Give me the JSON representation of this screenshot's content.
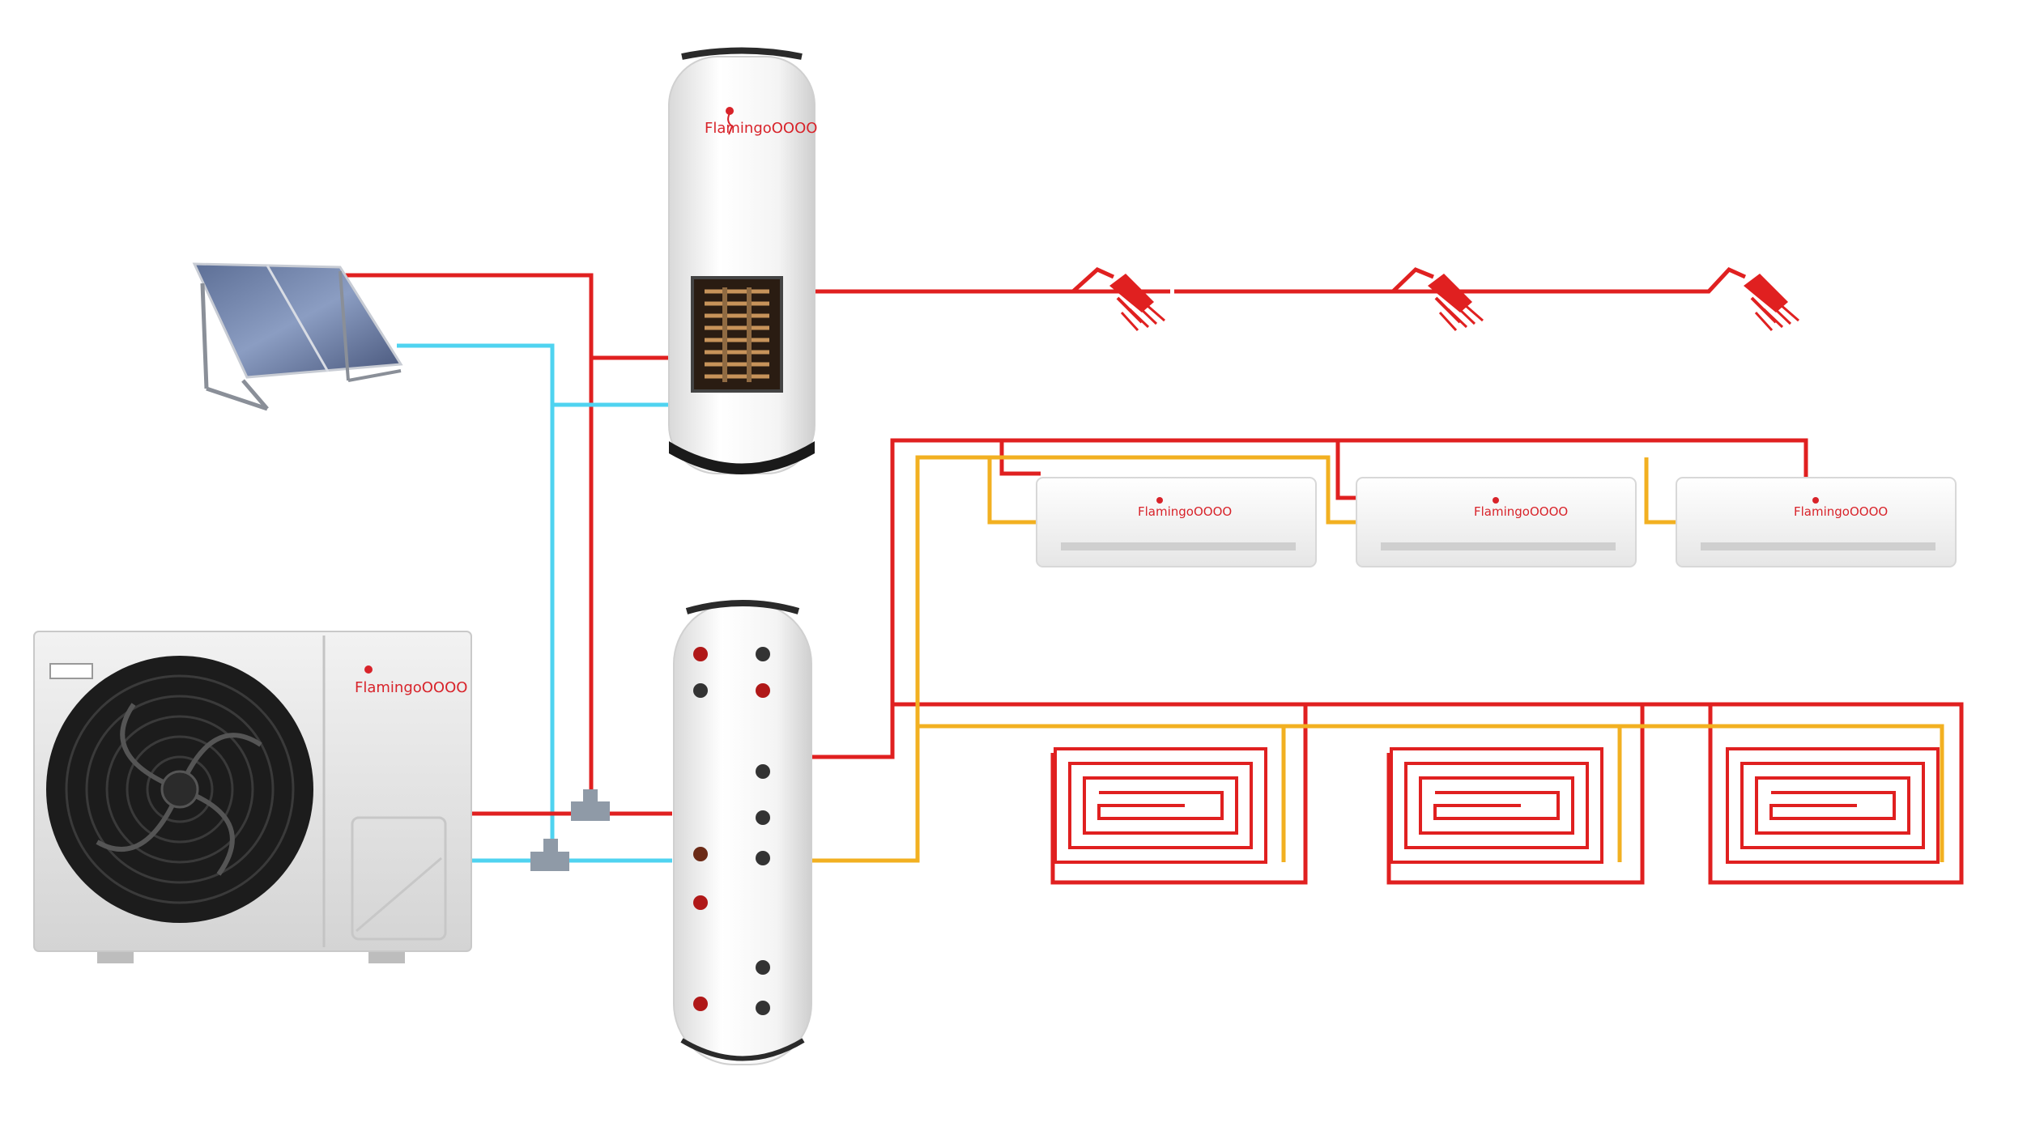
{
  "brand": {
    "name": "FlamingoOOOO",
    "name_part1": "Flam",
    "name_part2": "ngo",
    "name_part3": "OOOO",
    "logo_icon": "flamingo-icon"
  },
  "colors": {
    "hot_pipe": "#e02020",
    "cold_pipe": "#4fd3f0",
    "return_pipe": "#f2b021",
    "brand_red": "#d8232a",
    "unit_grey": "#e4e4e4",
    "fan_black": "#1c1c1c",
    "connector_grey": "#8f9aa7"
  },
  "components": [
    {
      "id": "solar-panel",
      "icon": "solar-panel-icon"
    },
    {
      "id": "heat-pump-outdoor-unit",
      "icon": "heat-pump-icon"
    },
    {
      "id": "domestic-hot-water-tank",
      "icon": "water-tank-icon"
    },
    {
      "id": "buffer-tank",
      "icon": "buffer-tank-icon"
    },
    {
      "id": "shower-heads",
      "icon": "shower-icon",
      "count": 3
    },
    {
      "id": "wall-air-conditioners",
      "icon": "air-conditioner-icon",
      "count": 3
    },
    {
      "id": "floor-heating-loops",
      "icon": "floor-heating-icon",
      "count": 3
    }
  ]
}
